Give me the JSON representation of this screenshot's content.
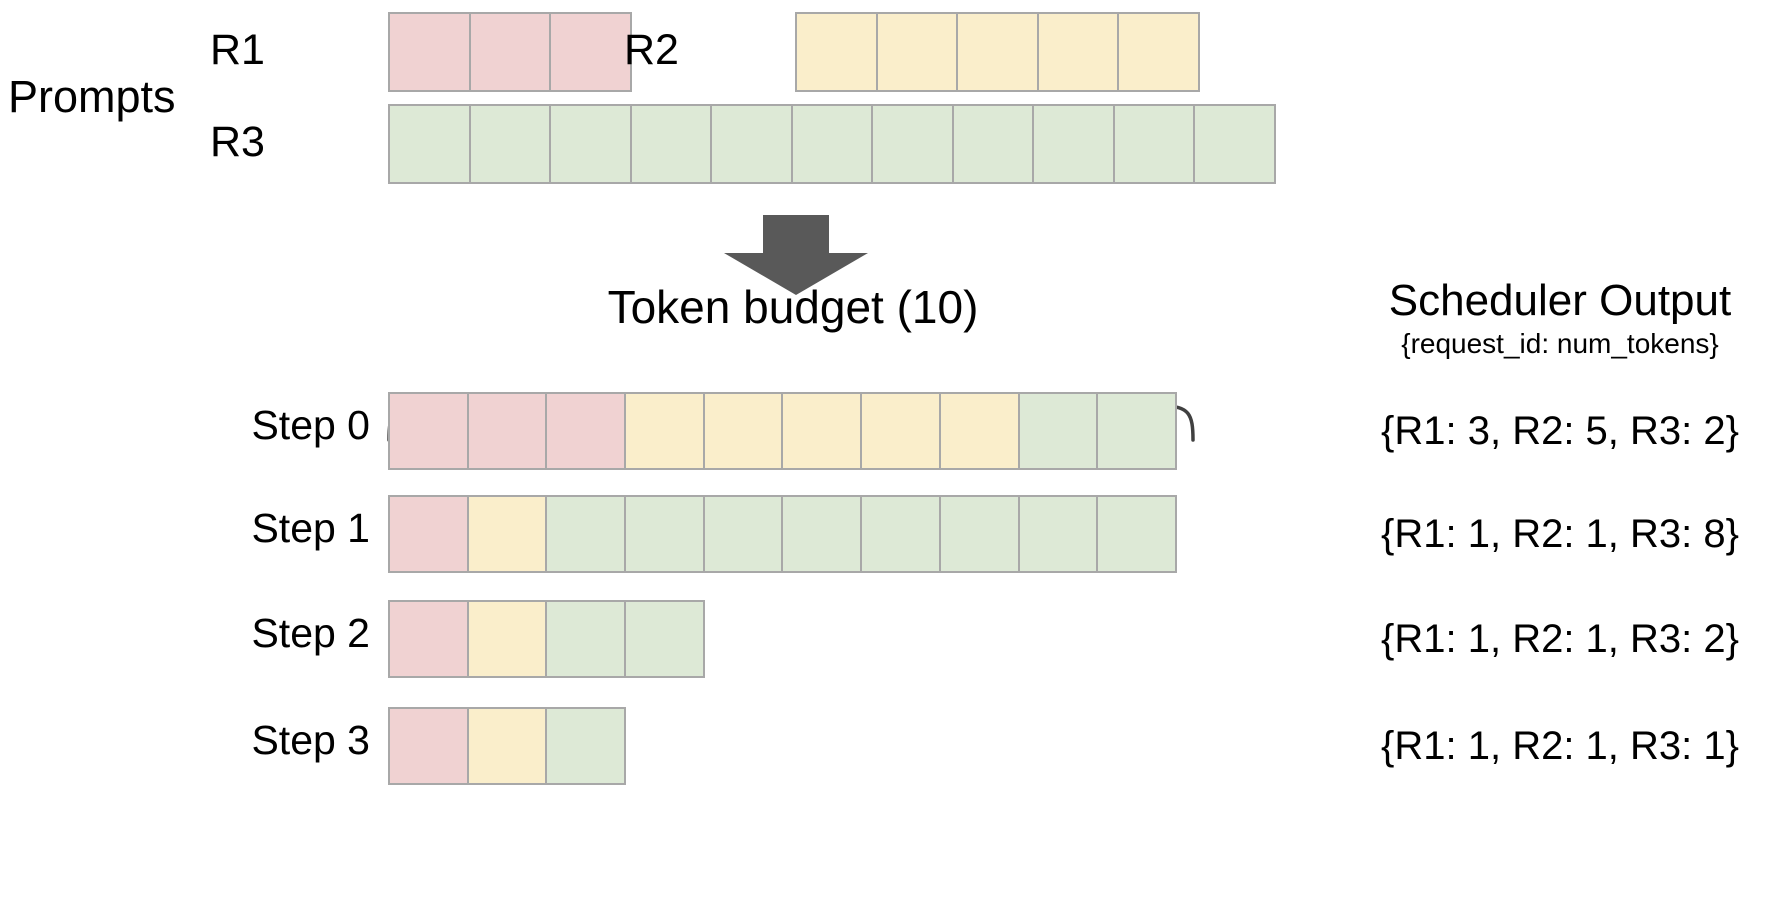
{
  "figure": {
    "section_label": "Prompts",
    "arrow_color": "#595959",
    "palette": {
      "R1": "#f0d2d2",
      "R2": "#faeecb",
      "R3": "#dde9d6",
      "cell_border": "#a8a8a8",
      "brace": "#404040"
    }
  },
  "prompts": {
    "label": "Prompts",
    "requests": [
      {
        "id": "R1",
        "label": "R1",
        "tokens": 3,
        "color_key": "R1"
      },
      {
        "id": "R2",
        "label": "R2",
        "tokens": 5,
        "color_key": "R2"
      },
      {
        "id": "R3",
        "label": "R3",
        "tokens": 11,
        "color_key": "R3"
      }
    ]
  },
  "token_budget": {
    "caption": "Token  budget (10)",
    "value": 10
  },
  "scheduler": {
    "title": "Scheduler Output",
    "subtitle": "{request_id: num_tokens}"
  },
  "steps": [
    {
      "label": "Step 0",
      "output": "{R1: 3, R2: 5, R3: 2}",
      "alloc": {
        "R1": 3,
        "R2": 5,
        "R3": 2
      },
      "total": 10
    },
    {
      "label": "Step 1",
      "output": "{R1: 1, R2: 1, R3: 8}",
      "alloc": {
        "R1": 1,
        "R2": 1,
        "R3": 8
      },
      "total": 10
    },
    {
      "label": "Step 2",
      "output": "{R1: 1, R2: 1, R3: 2}",
      "alloc": {
        "R1": 1,
        "R2": 1,
        "R3": 2
      },
      "total": 4
    },
    {
      "label": "Step 3",
      "output": "{R1: 1, R2: 1, R3: 1}",
      "alloc": {
        "R1": 1,
        "R2": 1,
        "R3": 1
      },
      "total": 3
    }
  ]
}
